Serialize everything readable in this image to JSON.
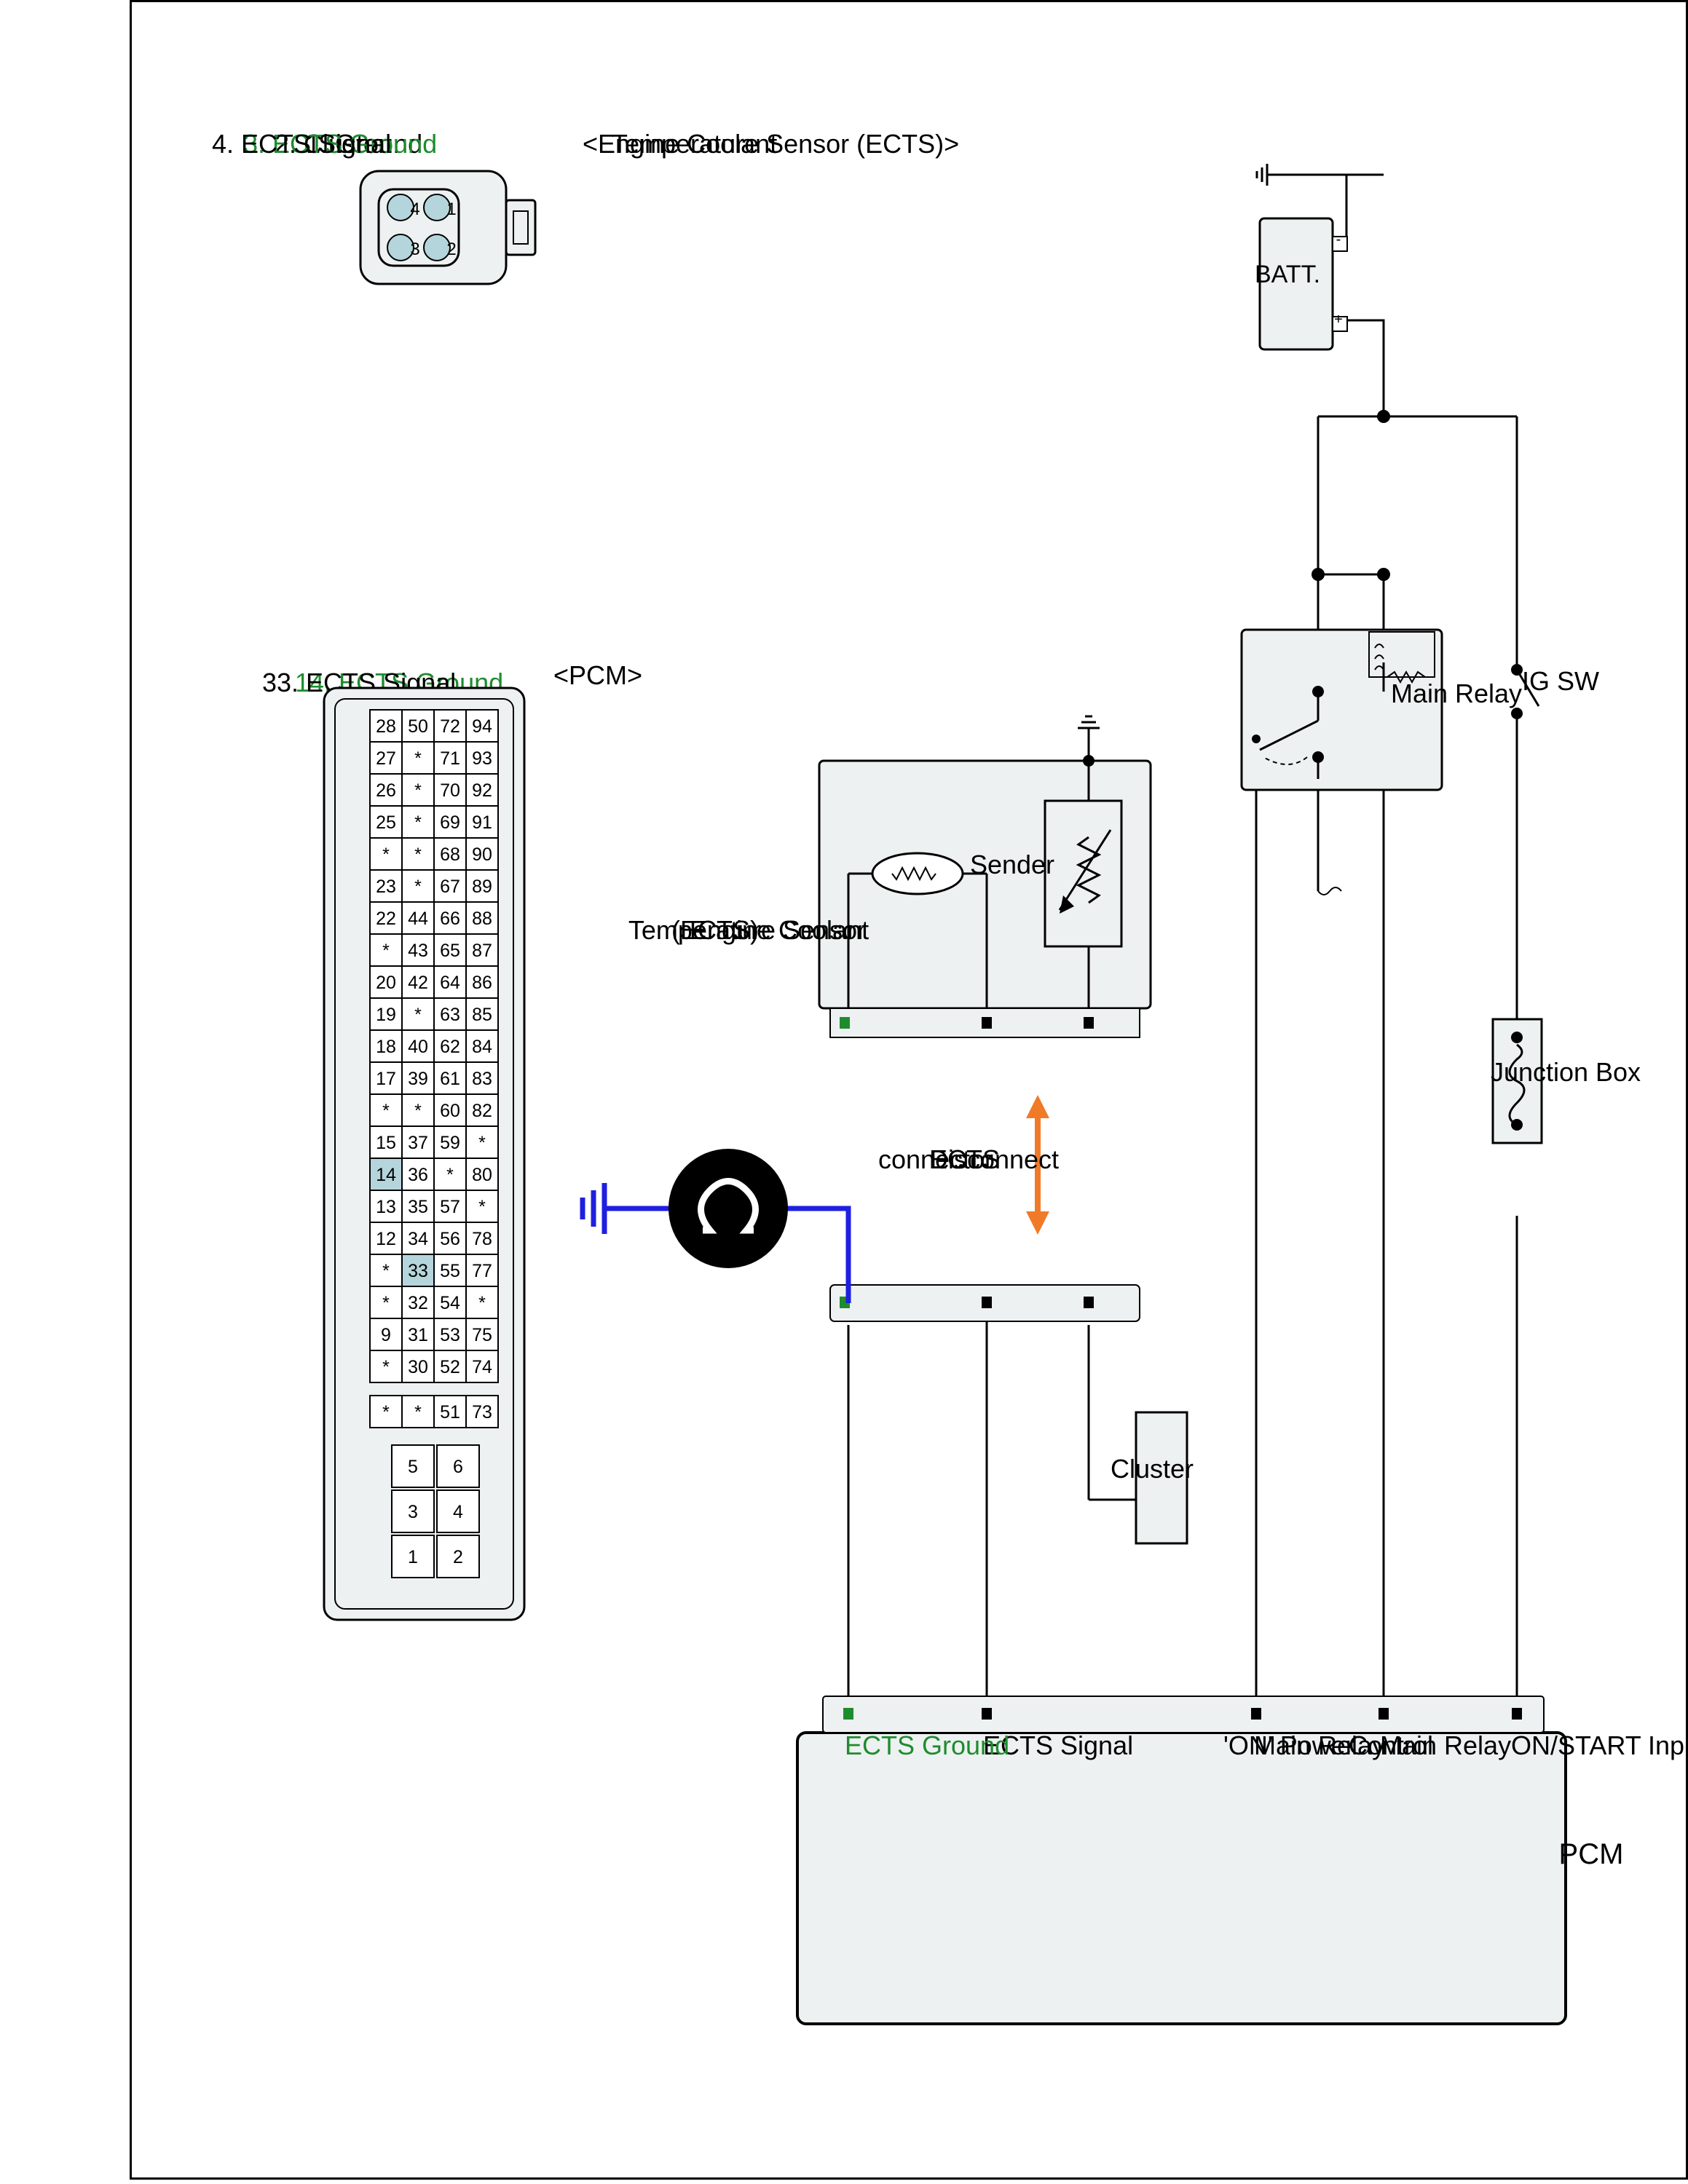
{
  "components": {
    "battery": {
      "label": "BATT.",
      "minus": "-",
      "plus": "+"
    },
    "ig_switch": {
      "label": "IG SW"
    },
    "main_relay": {
      "label": "Main Relay"
    },
    "junction_box": {
      "label": "Junction Box"
    },
    "ects": {
      "label_lines": [
        "Engine Coolant",
        "Temperature Sensor",
        "(ECTS)"
      ],
      "sender_label": "Sender"
    },
    "disconnect_note": {
      "lines": [
        "Disconnect",
        "ECTS",
        "connector"
      ]
    },
    "cluster": {
      "label": "Cluster"
    },
    "pcm": {
      "title": "PCM",
      "pins": [
        "ON/START Input",
        "Main Relay Control",
        "Main Relay 'ON' Power",
        "ECTS Signal",
        "ECTS Ground"
      ],
      "pin_lines": [
        [
          "ON/START Input"
        ],
        [
          "Main Relay",
          "Control"
        ],
        [
          "Main Relay",
          "'ON' Power"
        ],
        [
          "ECTS Signal"
        ],
        [
          "ECTS Ground"
        ]
      ]
    }
  },
  "ects_connector_legend": {
    "title_lines": [
      "<Engine Coolant",
      "Temperature Sensor (ECTS)>"
    ],
    "pins": [
      "1. Ground",
      "2. Cluster",
      "3. ECTS Ground",
      "4. ECTS Signal"
    ],
    "highlight_index": 2,
    "face_numbers": [
      "1",
      "2",
      "3",
      "4"
    ]
  },
  "pcm_connector_legend": {
    "title": "<PCM>",
    "pins": [
      "14. ECTS Ground",
      "33. ECTS Signal"
    ],
    "highlight_index": 0,
    "grid_rows": [
      [
        "94",
        "93",
        "92",
        "91",
        "90",
        "89",
        "88",
        "87",
        "86",
        "85",
        "84",
        "83",
        "82",
        "*",
        "80",
        "*",
        "78",
        "77",
        "*",
        "75",
        "74"
      ],
      [
        "72",
        "71",
        "70",
        "69",
        "68",
        "67",
        "66",
        "65",
        "64",
        "63",
        "62",
        "61",
        "60",
        "59",
        "*",
        "57",
        "56",
        "55",
        "54",
        "53",
        "52"
      ],
      [
        "50",
        "*",
        "*",
        "*",
        "*",
        "*",
        "44",
        "43",
        "42",
        "*",
        "40",
        "39",
        "*",
        "37",
        "36",
        "35",
        "34",
        "33",
        "32",
        "31",
        "30"
      ],
      [
        "28",
        "27",
        "26",
        "25",
        "*",
        "23",
        "22",
        "*",
        "20",
        "19",
        "18",
        "17",
        "*",
        "15",
        "14",
        "13",
        "12",
        "*",
        "*",
        "9",
        "*"
      ]
    ],
    "side_block": [
      "73",
      "51",
      "*",
      "*"
    ],
    "power_block": [
      [
        "6",
        "5"
      ],
      [
        "4",
        "3"
      ],
      [
        "2",
        "1"
      ]
    ],
    "highlighted_pins": [
      "14",
      "33"
    ]
  },
  "colors": {
    "line": "#000000",
    "ground_wire": "#1f1fe0",
    "highlight_text": "#1e8c2e",
    "arrow": "#f07a28",
    "fill_box": "#eef1f1",
    "pin_highlight": "#b5d5dc",
    "green_pin": "#1e8c2e"
  }
}
